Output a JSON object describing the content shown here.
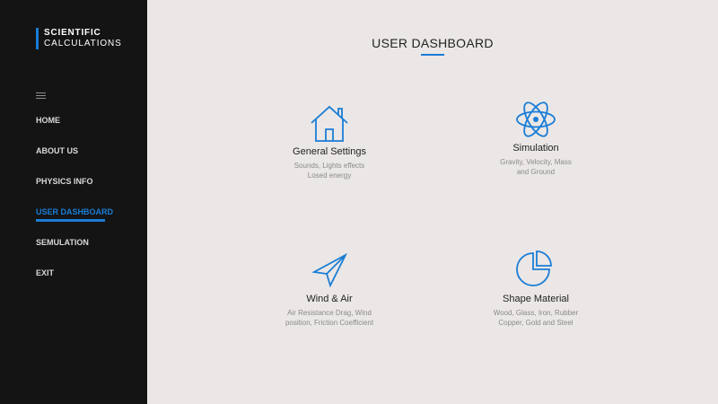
{
  "brand": {
    "line1": "SCIENTIFIC",
    "line2": "CALCULATIONS"
  },
  "nav": {
    "items": [
      {
        "label": "HOME"
      },
      {
        "label": "ABOUT US"
      },
      {
        "label": "PHYSICS INFO"
      },
      {
        "label": "USER DASHBOARD",
        "active": true
      },
      {
        "label": "SEMULATION"
      },
      {
        "label": "EXIT"
      }
    ]
  },
  "page": {
    "title": "USER DASHBOARD"
  },
  "cards": [
    {
      "icon": "house-icon",
      "title": "General Settings",
      "desc_line1": "Sounds, Lights effects",
      "desc_line2": "Losed energy"
    },
    {
      "icon": "atom-icon",
      "title": "Simulation",
      "desc_line1": "Gravity, Velocity, Mass",
      "desc_line2": "and Ground"
    },
    {
      "icon": "paper-plane-icon",
      "title": "Wind & Air",
      "desc_line1": "Air Resistance Drag, Wind",
      "desc_line2": "position, Friction Coefficient"
    },
    {
      "icon": "pie-chart-icon",
      "title": "Shape Material",
      "desc_line1": "Wood, Glass, Iron, Rubber",
      "desc_line2": "Copper, Gold and Steel"
    }
  ],
  "colors": {
    "accent": "#1a7dd6",
    "sidebar": "#141414",
    "background": "#ebe7e6"
  }
}
